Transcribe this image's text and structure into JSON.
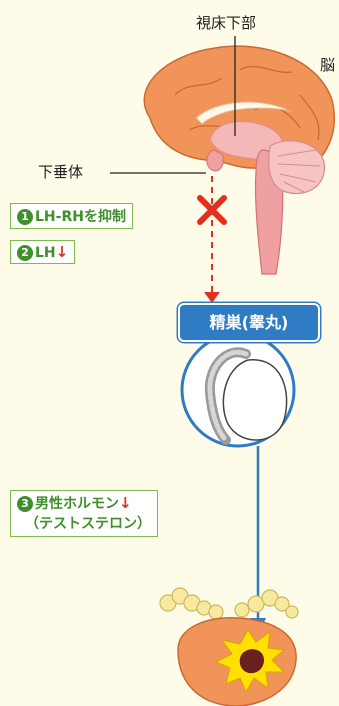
{
  "labels": {
    "hypothalamus": "視床下部",
    "brain": "脳",
    "pituitary": "下垂体",
    "testes": "精巣(睾丸)"
  },
  "steps": [
    {
      "num": "1",
      "text": "LH-RHを抑制"
    },
    {
      "num": "2",
      "text": "LH"
    },
    {
      "num": "3",
      "text": "男性ホルモン",
      "text2": "（テストステロン）"
    }
  ],
  "colors": {
    "background": "#fffbe9",
    "green": "#3f8f2a",
    "blue": "#2f7cc4",
    "red": "#e0301e"
  }
}
